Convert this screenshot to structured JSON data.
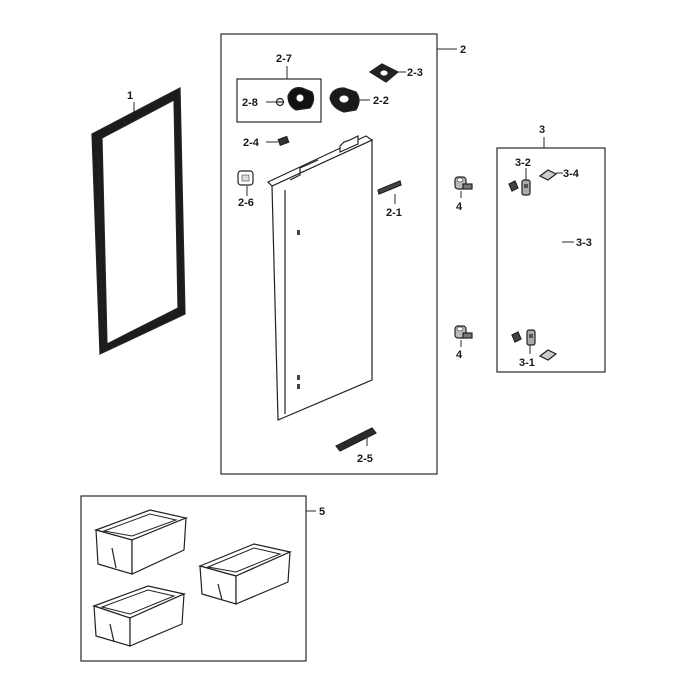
{
  "callouts": {
    "c1": "1",
    "c2": "2",
    "c2_1": "2-1",
    "c2_2": "2-2",
    "c2_3": "2-3",
    "c2_4": "2-4",
    "c2_5": "2-5",
    "c2_6": "2-6",
    "c2_7": "2-7",
    "c2_8": "2-8",
    "c3": "3",
    "c3_1": "3-1",
    "c3_2": "3-2",
    "c3_3": "3-3",
    "c3_4": "3-4",
    "c4_top": "4",
    "c4_bottom": "4",
    "c5": "5"
  }
}
